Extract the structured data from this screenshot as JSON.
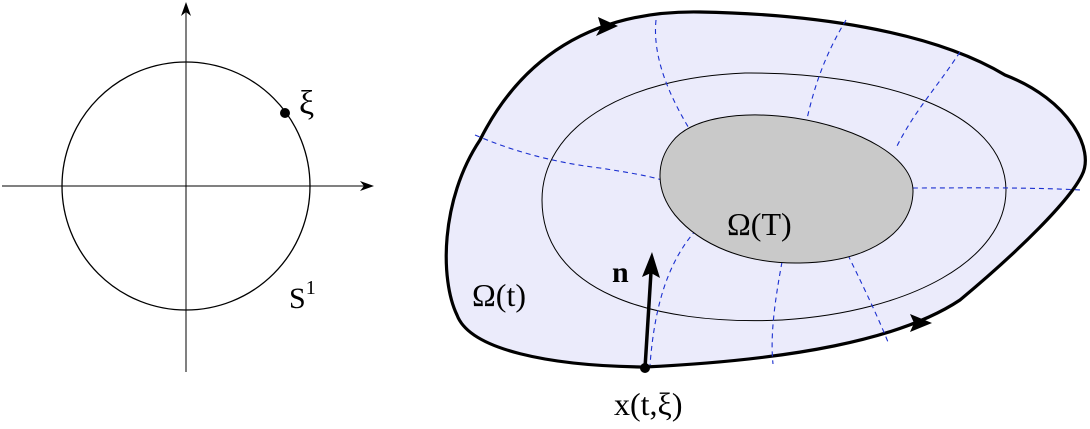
{
  "left_figure": {
    "point_label": "ξ",
    "circle_label_base": "S",
    "circle_label_sup": "1"
  },
  "right_figure": {
    "outer_region_label": "Ω(t)",
    "inner_region_label": "Ω(T)",
    "normal_label": "n",
    "boundary_point_label": "x(t,ξ)"
  },
  "colors": {
    "region_fill": "#ebebfb",
    "inner_fill": "#c9c9c9",
    "dashed_lines": "#1a2fd0",
    "stroke": "#000000"
  }
}
